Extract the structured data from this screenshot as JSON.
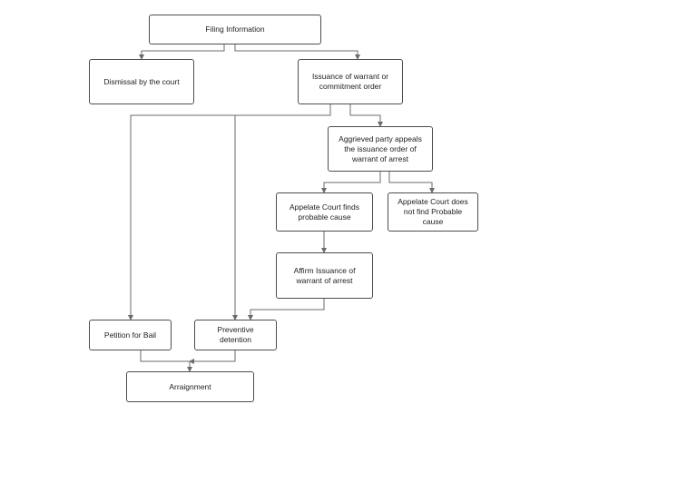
{
  "diagram": {
    "line_color": "#6b6b6b",
    "box_border_color": "#4d4d4d",
    "nodes": {
      "filing": "Filing Information",
      "dismissal": "Dismissal by the court",
      "warrant": "Issuance of warrant or\ncommitment order",
      "appeal": "Aggrieved party appeals\nthe issuance order of\nwarrant  of arrest",
      "finds": "Appelate Court finds\nprobable cause",
      "not_find": "Appelate Court does\nnot find Probable\ncause",
      "affirm": "Affirm Issuance of\nwarrant of arrest",
      "bail": "Petition for Bail",
      "preventive": "Preventive\ndetention",
      "arraignment": "Arraignment"
    }
  }
}
